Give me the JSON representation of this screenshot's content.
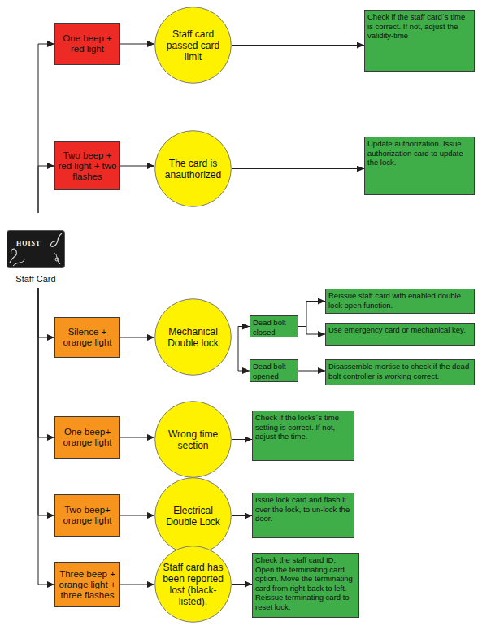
{
  "diagram": {
    "nodes": [
      {
        "text": [
          "HOIST",
          "Staff Card"
        ]
      },
      {
        "text": [
          "One beep + red light"
        ]
      },
      {
        "text": [
          "Staff card passed card limit"
        ]
      },
      {
        "text": [
          "Check if the staff card´s time is correct. If not, adjust the validity-time"
        ]
      },
      {
        "text": [
          "Two beep + red light + two flashes"
        ]
      },
      {
        "text": [
          "The card is anauthorized"
        ]
      },
      {
        "text": [
          "Update authorization. Issue authorization card to update the lock."
        ]
      },
      {
        "text": [
          "Silence + orange light"
        ]
      },
      {
        "text": [
          "Mechanical Double lock"
        ]
      },
      {
        "text": [
          "Dead bolt closed"
        ]
      },
      {
        "text": [
          "Reissue staff card with enabled double lock open function."
        ]
      },
      {
        "text": [
          "Use emergency card or mechanical key."
        ]
      },
      {
        "text": [
          "Dead bolt opened"
        ]
      },
      {
        "text": [
          "Disassemble mortise to check if the dead bolt controller is working correct."
        ]
      },
      {
        "text": [
          "One beep+ orange light"
        ]
      },
      {
        "text": [
          "Wrong time section"
        ]
      },
      {
        "text": [
          "Check if the locks´s time setting is correct. If not, adjust the time."
        ]
      },
      {
        "text": [
          "Two beep+ orange light"
        ]
      },
      {
        "text": [
          "Electrical Double Lock"
        ]
      },
      {
        "text": [
          "Issue lock card and flash it over the lock, to un-lock the door."
        ]
      },
      {
        "text": [
          "Three beep + orange light + three flashes"
        ]
      },
      {
        "text": [
          "Staff card has been reported lost (black-listed)."
        ]
      },
      {
        "text": [
          "Check the staff card ID. Open the terminating card option. Move the terminating card from right back to left. Reissue terminating card to reset lock."
        ]
      }
    ],
    "edges": [
      {
        "from": 0,
        "to": 1,
        "arrow": "to"
      },
      {
        "from": 1,
        "to": 2,
        "arrow": "to"
      },
      {
        "from": 2,
        "to": 3,
        "arrow": "to"
      },
      {
        "from": 0,
        "to": 4,
        "arrow": "to"
      },
      {
        "from": 4,
        "to": 5,
        "arrow": "to"
      },
      {
        "from": 5,
        "to": 6,
        "arrow": "to"
      },
      {
        "from": 0,
        "to": 7,
        "arrow": "to"
      },
      {
        "from": 7,
        "to": 8,
        "arrow": "to"
      },
      {
        "from": 8,
        "to": 9,
        "arrow": "to"
      },
      {
        "from": 9,
        "to": 10,
        "arrow": "to"
      },
      {
        "from": 9,
        "to": 11,
        "arrow": "to"
      },
      {
        "from": 8,
        "to": 12,
        "arrow": "to"
      },
      {
        "from": 12,
        "to": 13,
        "arrow": "to"
      },
      {
        "from": 0,
        "to": 14,
        "arrow": "to"
      },
      {
        "from": 14,
        "to": 15,
        "arrow": "to"
      },
      {
        "from": 15,
        "to": 16,
        "arrow": "to"
      },
      {
        "from": 0,
        "to": 17,
        "arrow": "to"
      },
      {
        "from": 17,
        "to": 18,
        "arrow": "to"
      },
      {
        "from": 18,
        "to": 19,
        "arrow": "to"
      },
      {
        "from": 0,
        "to": 20,
        "arrow": "to"
      },
      {
        "from": 20,
        "to": 21,
        "arrow": "to"
      },
      {
        "from": 21,
        "to": 22,
        "arrow": "to"
      }
    ]
  }
}
